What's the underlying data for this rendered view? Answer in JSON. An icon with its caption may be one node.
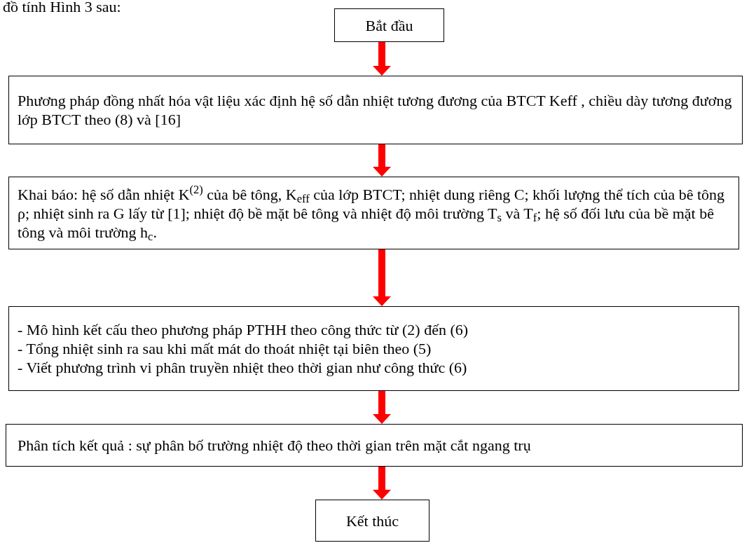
{
  "diagram": {
    "nodes": [
      {
        "text": [
          "Bắt đầu"
        ]
      },
      {
        "text": [
          "Phương pháp đồng nhất hóa vật liệu xác định hệ số dẫn nhiệt tương đương của BTCT Keff , chiều dày tương đương lớp BTCT theo (8) và [16]"
        ]
      },
      {
        "text": [
          "Khai báo: hệ số dẫn nhiệt K$^{(2)}$ của bê tông, K$_{eff}$ của lớp BTCT; nhiệt dung riêng C; khối lượng thể tích của bê tông ρ; nhiệt sinh ra G lấy từ [1]; nhiệt độ bề mặt bê tông và nhiệt độ môi trường T$_{s}$ và T$_{f}$; hệ số đối lưu của bề mặt bê tông và môi trường h$_{c}$."
        ]
      },
      {
        "text": [
          "- Mô hình kết cấu theo phương pháp PTHH theo công thức từ (2) đến (6)",
          "- Tổng nhiệt sinh ra sau khi mất mát do thoát nhiệt tại biên theo (5)",
          "- Viết phương trình vi phân truyền nhiệt theo thời gian như công thức (6)"
        ]
      },
      {
        "text": [
          "Phân tích kết quả : sự phân bố trường nhiệt độ theo thời gian trên mặt cắt ngang trụ"
        ]
      },
      {
        "text": [
          "Kết thúc"
        ]
      }
    ],
    "edges": [
      {
        "from": 0,
        "to": 1,
        "arrow": "to"
      },
      {
        "from": 1,
        "to": 2,
        "arrow": "to"
      },
      {
        "from": 2,
        "to": 3,
        "arrow": "to"
      },
      {
        "from": 3,
        "to": 4,
        "arrow": "to"
      },
      {
        "from": 4,
        "to": 5,
        "arrow": "to"
      }
    ],
    "labels": [
      "đồ tính Hình 3 sau:"
    ]
  }
}
